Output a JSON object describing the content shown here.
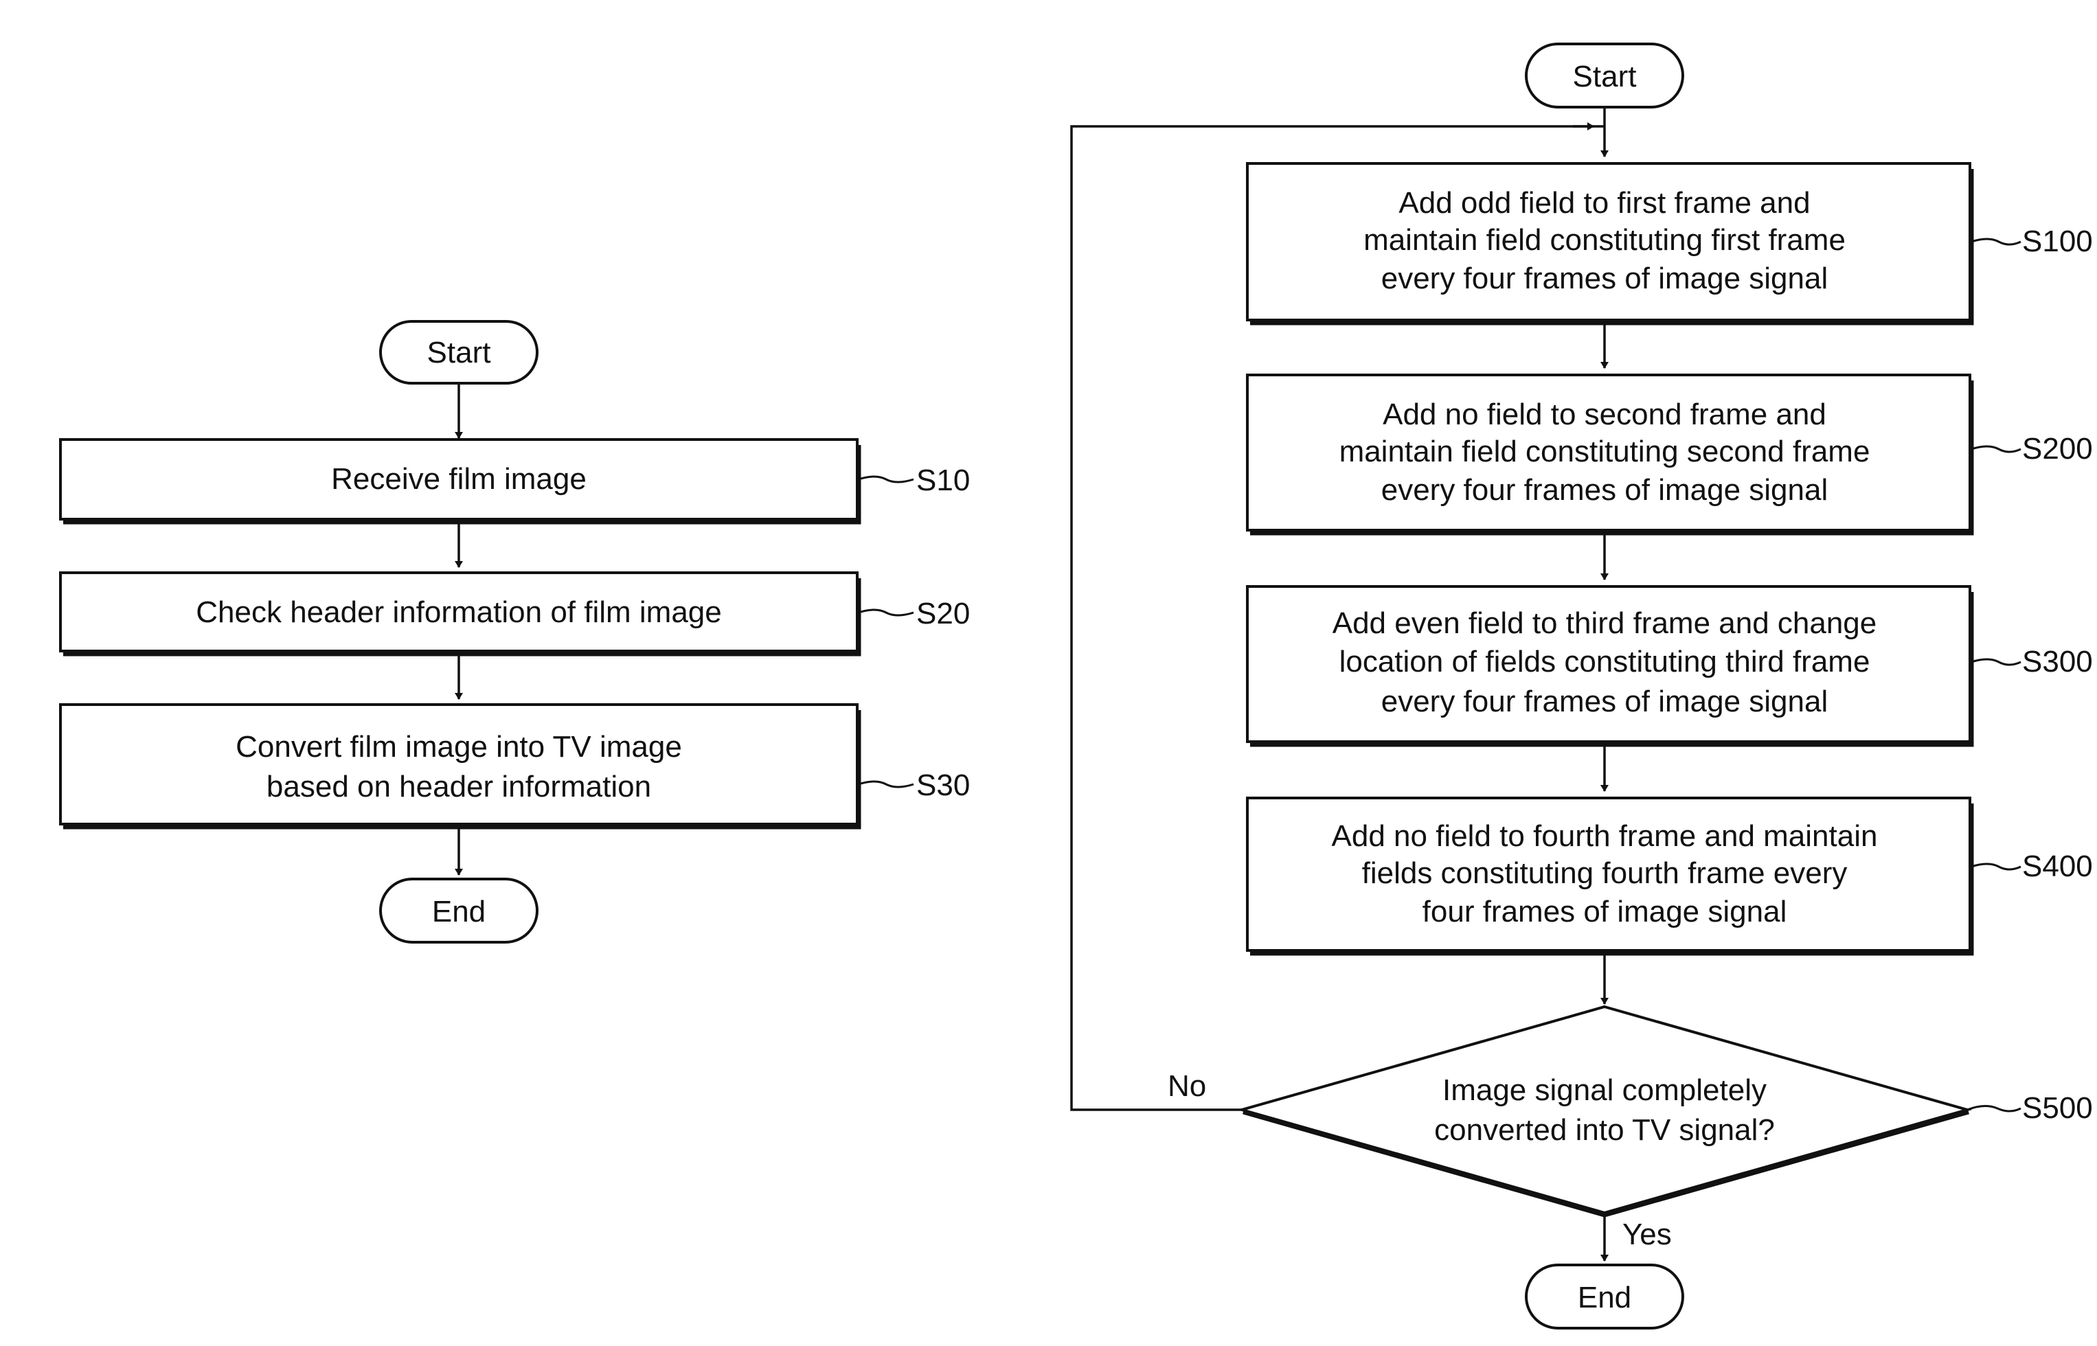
{
  "left_flow": {
    "start": "Start",
    "end": "End",
    "steps": [
      {
        "label": "S10",
        "lines": [
          "Receive film image"
        ]
      },
      {
        "label": "S20",
        "lines": [
          "Check header information of film image"
        ]
      },
      {
        "label": "S30",
        "lines": [
          "Convert film image into TV image",
          "based on header information"
        ]
      }
    ]
  },
  "right_flow": {
    "start": "Start",
    "end": "End",
    "steps": [
      {
        "label": "S100",
        "lines": [
          "Add odd field to first frame and",
          "maintain field constituting first frame",
          "every four frames of image signal"
        ]
      },
      {
        "label": "S200",
        "lines": [
          "Add no field to second frame and",
          "maintain field constituting second frame",
          "every four frames of image signal"
        ]
      },
      {
        "label": "S300",
        "lines": [
          "Add even field to third frame and change",
          "location of fields constituting third frame",
          "every four frames of image signal"
        ]
      },
      {
        "label": "S400",
        "lines": [
          "Add no field to fourth frame and maintain",
          "fields constituting fourth frame every",
          "four frames of image signal"
        ]
      }
    ],
    "decision": {
      "label": "S500",
      "lines": [
        "Image signal completely",
        "converted into TV signal?"
      ],
      "no": "No",
      "yes": "Yes"
    }
  }
}
